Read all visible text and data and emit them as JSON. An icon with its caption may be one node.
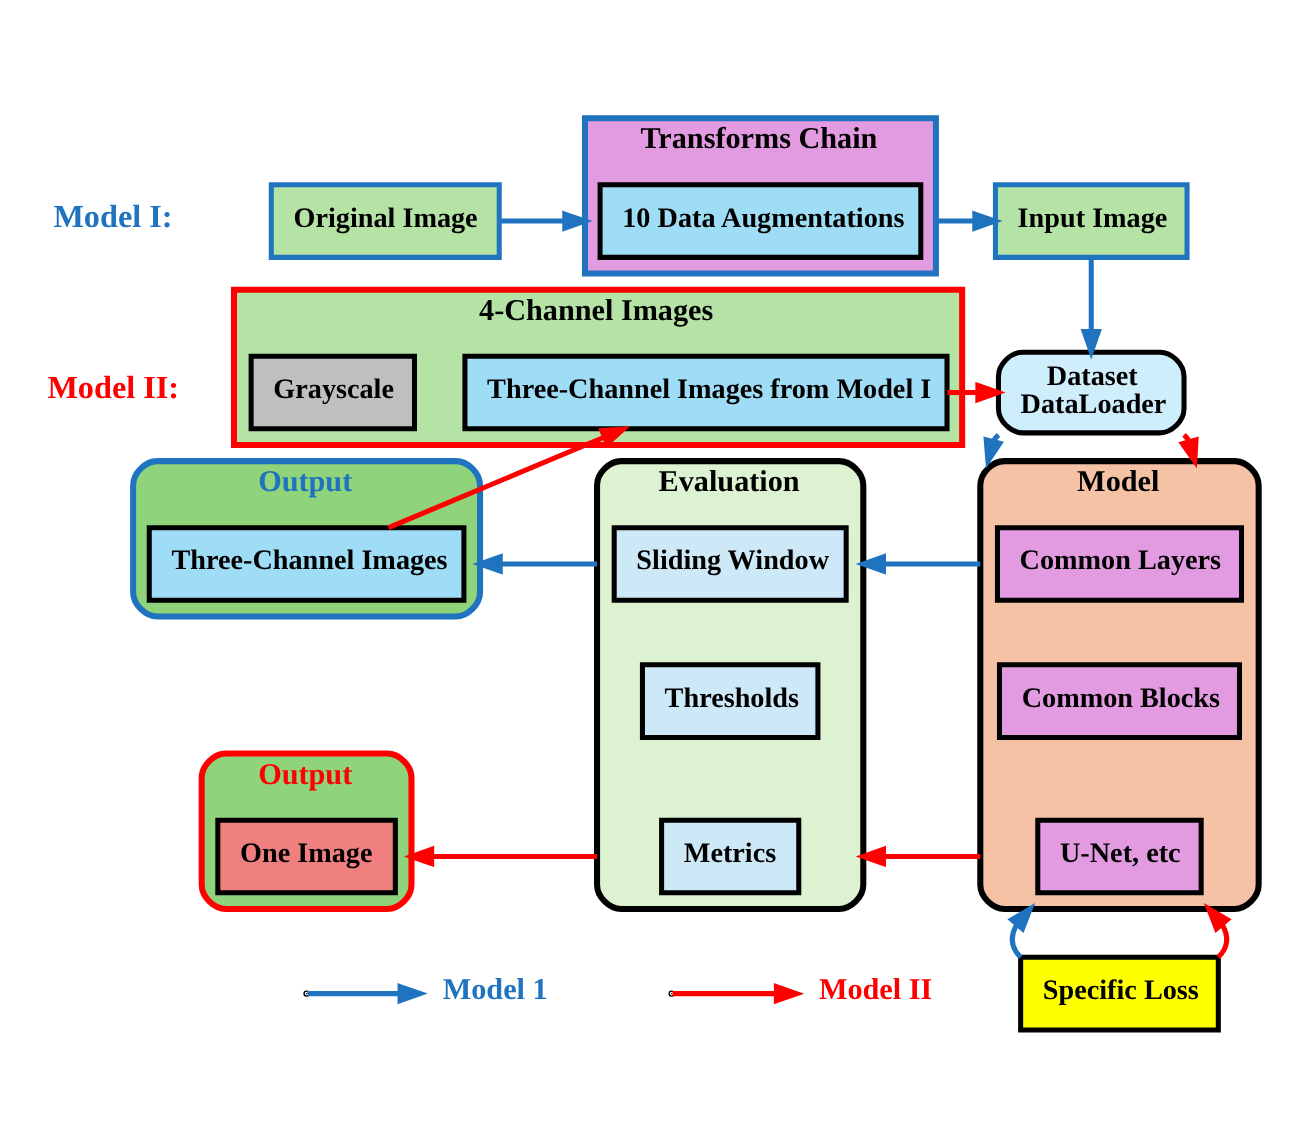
{
  "diagram": {
    "nodes": [
      {
        "text": [
          "Original Image"
        ]
      },
      {
        "text": [
          "Transforms Chain"
        ]
      },
      {
        "text": [
          "10 Data Augmentations"
        ],
        "in": 1
      },
      {
        "text": [
          "Input Image"
        ]
      },
      {
        "text": [
          "4-Channel Images"
        ]
      },
      {
        "text": [
          "Grayscale"
        ],
        "in": 4
      },
      {
        "text": [
          "Three-Channel Images from Model I"
        ],
        "in": 4
      },
      {
        "text": [
          "Dataset",
          "DataLoader"
        ]
      },
      {
        "text": [
          "Output"
        ]
      },
      {
        "text": [
          "Three-Channel Images"
        ],
        "in": 8
      },
      {
        "text": [
          "Evaluation"
        ]
      },
      {
        "text": [
          "Sliding Window"
        ],
        "in": 10
      },
      {
        "text": [
          "Thresholds"
        ],
        "in": 10
      },
      {
        "text": [
          "Metrics"
        ],
        "in": 10
      },
      {
        "text": [
          "Model"
        ]
      },
      {
        "text": [
          "Common Layers"
        ],
        "in": 14
      },
      {
        "text": [
          "Common Blocks"
        ],
        "in": 14
      },
      {
        "text": [
          "U-Net, etc"
        ],
        "in": 14
      },
      {
        "text": [
          "Output"
        ]
      },
      {
        "text": [
          "One Image"
        ],
        "in": 18
      },
      {
        "text": [
          "Specific Loss"
        ]
      }
    ],
    "edges": [
      {
        "from": 0,
        "to": 1,
        "arrow": "to"
      },
      {
        "from": 1,
        "to": 3,
        "arrow": "to"
      },
      {
        "from": 3,
        "to": 7,
        "arrow": "to"
      },
      {
        "from": 6,
        "to": 7,
        "arrow": "to",
        "color": "#ff0000"
      },
      {
        "from": 7,
        "to": 14,
        "arrow": "to"
      },
      {
        "from": 7,
        "to": 14,
        "arrow": "to",
        "color": "#ff0000"
      },
      {
        "from": 14,
        "to": 10,
        "arrow": "to"
      },
      {
        "from": 14,
        "to": 10,
        "arrow": "to",
        "color": "#ff0000"
      },
      {
        "from": 10,
        "to": 8,
        "arrow": "to"
      },
      {
        "from": 10,
        "to": 18,
        "arrow": "to",
        "color": "#ff0000"
      },
      {
        "from": 9,
        "to": 6,
        "arrow": "to",
        "color": "#ff0000"
      },
      {
        "from": 20,
        "to": 14,
        "arrow": "to"
      },
      {
        "from": 20,
        "to": 14,
        "arrow": "to",
        "color": "#ff0000"
      }
    ],
    "labels": [
      "Model I:",
      "Model II:"
    ],
    "legend": [
      {
        "text": "Model 1"
      },
      {
        "text": "Model II"
      }
    ]
  }
}
